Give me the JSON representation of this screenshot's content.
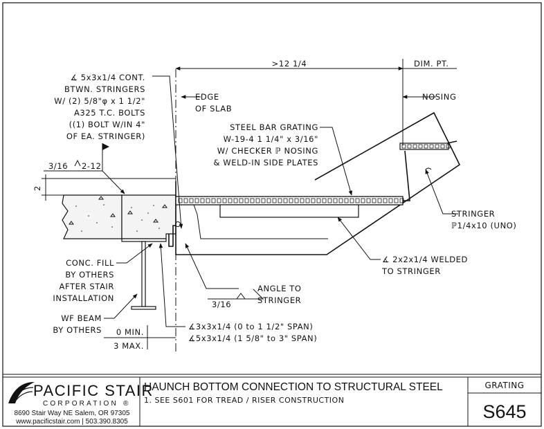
{
  "drawing": {
    "dimensions": {
      "top_span": ">12 1/4",
      "dim_point": "DIM. PT.",
      "slab_thickness": "2",
      "min": "0 MIN.",
      "max": "3 MAX."
    },
    "labels": {
      "angle_between_stringers": [
        "∡ 5x3x1/4 CONT.",
        "BTWN. STRINGERS",
        "W/ (2) 5/8\"φ x 1 1/2\"",
        "A325 T.C. BOLTS",
        "((1) BOLT W/IN 4\"",
        "OF EA. STRINGER)"
      ],
      "edge_of_slab": [
        "EDGE",
        "OF SLAB"
      ],
      "nosing": "NOSING",
      "grating": [
        "STEEL BAR GRATING",
        "W-19-4 1 1/4\" x 3/16\"",
        "W/ CHECKER ℙ NOSING",
        "& WELD-IN SIDE PLATES"
      ],
      "weld_symbol_top": [
        "3/16",
        "2-12"
      ],
      "stringer": [
        "STRINGER",
        "ℙ1/4x10 (UNO)"
      ],
      "angle_welded": [
        "∡ 2x2x1/4 WELDED",
        "TO STRINGER"
      ],
      "conc_fill": [
        "CONC. FILL",
        "BY OTHERS",
        "AFTER STAIR",
        "INSTALLATION"
      ],
      "angle_to_stringer": [
        "ANGLE TO",
        "STRINGER"
      ],
      "weld_symbol_bottom": "3/16",
      "wf_beam": [
        "WF BEAM",
        "BY OTHERS"
      ],
      "angle_options": [
        "∡3x3x1/4 (0 to 1 1/2\" SPAN)",
        "∡5x3x1/4 (1 5/8\" to 3\" SPAN)"
      ]
    }
  },
  "title_block": {
    "company": "PACIFIC STAIR",
    "corporation": "CORPORATION",
    "registered": "®",
    "address": "8690 Stair Way NE Salem, OR 97305",
    "web_phone": "www.pacificstair.com  |  503.390.8305",
    "title": "HAUNCH BOTTOM CONNECTION TO STRUCTURAL STEEL",
    "note": "1.  SEE S601 FOR TREAD / RISER CONSTRUCTION",
    "category": "GRATING",
    "sheet_code": "S645",
    "logo_icon": "wave-logo-icon"
  }
}
